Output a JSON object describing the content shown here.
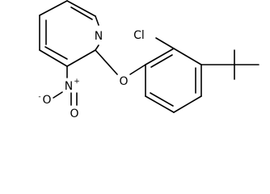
{
  "atoms": {
    "nitrogen_ring": "N",
    "oxygen_ether": "O",
    "chlorine": "Cl",
    "nitro_nitrogen": "N",
    "nitro_nitrogen_charge": "+",
    "nitro_oxygen_top": "O",
    "nitro_oxygen_top_charge": "-",
    "nitro_oxygen_bottom": "O"
  }
}
